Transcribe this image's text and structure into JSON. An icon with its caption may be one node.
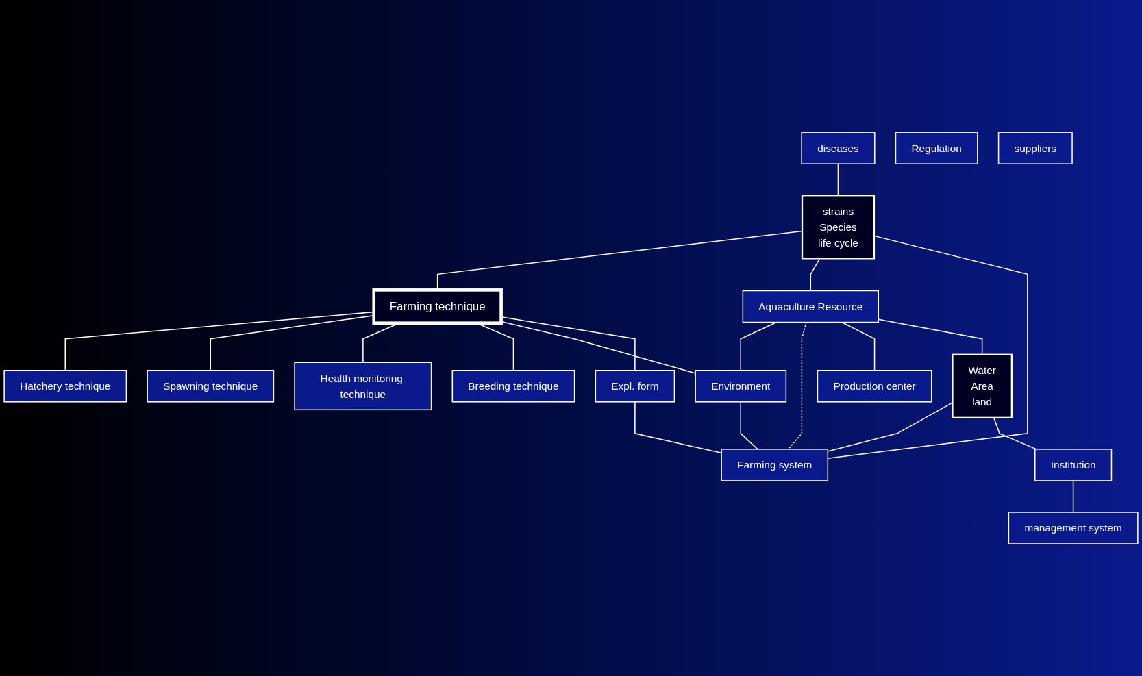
{
  "diagram": {
    "nodes": [
      {
        "text": [
          "strains",
          "Species",
          "life cycle"
        ]
      },
      {
        "text": [
          "diseases"
        ]
      },
      {
        "text": [
          "Farming technique"
        ]
      },
      {
        "text": [
          "Hatchery technique"
        ]
      },
      {
        "text": [
          "Spawning technique"
        ]
      },
      {
        "text": [
          "Health monitoring technique"
        ]
      },
      {
        "text": [
          "Breeding technique"
        ]
      },
      {
        "text": [
          "Expl. form"
        ]
      },
      {
        "text": [
          "Aquaculture Resource"
        ]
      },
      {
        "text": [
          "Environment"
        ]
      },
      {
        "text": [
          "Farming system"
        ]
      },
      {
        "text": [
          "Production center"
        ]
      },
      {
        "text": [
          "Water",
          "Area",
          "land"
        ]
      },
      {
        "text": [
          "Regulation"
        ]
      },
      {
        "text": [
          "suppliers"
        ]
      },
      {
        "text": [
          "management system"
        ]
      },
      {
        "text": [
          "Institution"
        ]
      }
    ],
    "edges": [
      {
        "from": 1,
        "to": 0,
        "arrow": "none"
      },
      {
        "from": 0,
        "to": 2,
        "arrow": "none"
      },
      {
        "from": 0,
        "to": 8,
        "arrow": "none"
      },
      {
        "from": 0,
        "to": 10,
        "arrow": "none"
      },
      {
        "from": 2,
        "to": 3,
        "arrow": "none"
      },
      {
        "from": 2,
        "to": 4,
        "arrow": "none"
      },
      {
        "from": 2,
        "to": 5,
        "arrow": "none"
      },
      {
        "from": 2,
        "to": 6,
        "arrow": "none"
      },
      {
        "from": 2,
        "to": 9,
        "arrow": "none"
      },
      {
        "from": 2,
        "to": 7,
        "arrow": "none"
      },
      {
        "from": 7,
        "to": 10,
        "arrow": "none"
      },
      {
        "from": 8,
        "to": 9,
        "arrow": "none"
      },
      {
        "from": 9,
        "to": 10,
        "arrow": "none"
      },
      {
        "from": 8,
        "to": 10,
        "arrow": "none",
        "style": "dashed"
      },
      {
        "from": 8,
        "to": 11,
        "arrow": "none"
      },
      {
        "from": 8,
        "to": 12,
        "arrow": "none"
      },
      {
        "from": 12,
        "to": 10,
        "arrow": "none"
      },
      {
        "from": 12,
        "to": 16,
        "arrow": "none"
      },
      {
        "from": 16,
        "to": 15,
        "arrow": "none"
      }
    ]
  }
}
